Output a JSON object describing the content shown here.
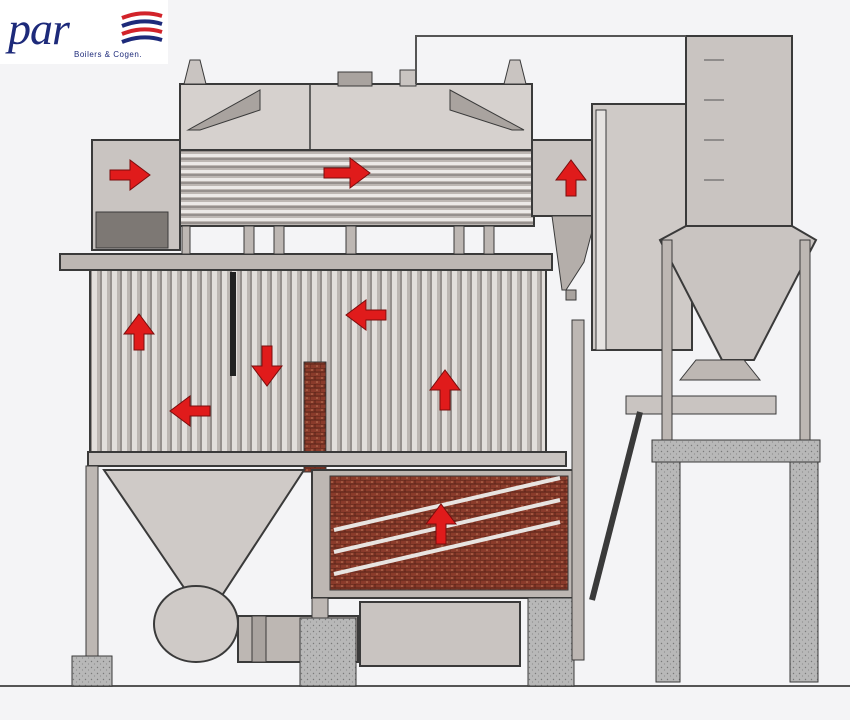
{
  "logo": {
    "word": "par",
    "tagline": "Boilers & Cogen."
  },
  "colors": {
    "steel": "#c9c4c1",
    "steel_dark": "#a9a39f",
    "outline": "#3a3a3a",
    "arrow": "#e01b1b",
    "refractory": "#8a3b2b",
    "concrete": "#b8b8b8",
    "brand_blue": "#1d2a7a",
    "brand_red": "#d2232a"
  },
  "diagram": {
    "flow_arrows": [
      "right",
      "right",
      "up",
      "up",
      "left",
      "down",
      "up",
      "left",
      "up"
    ]
  }
}
